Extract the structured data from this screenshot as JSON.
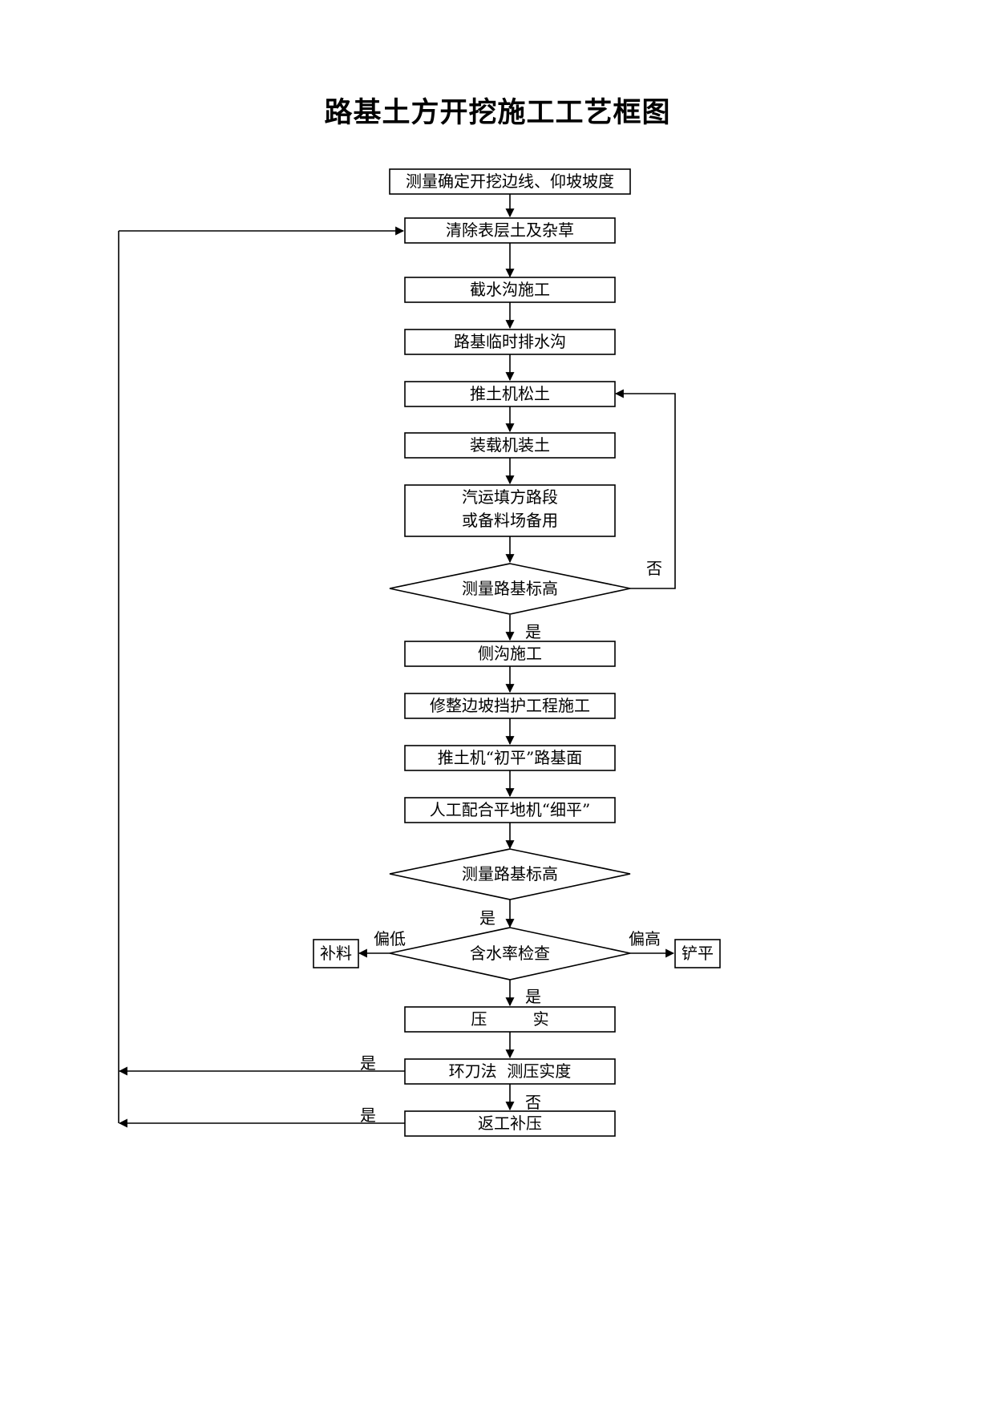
{
  "title": "路基土方开挖施工工艺框图",
  "steps": {
    "survey": "测量确定开挖边线、仰坡坡度",
    "clear": "清除表层土及杂草",
    "intercept": "截水沟施工",
    "temp_drain": "路基临时排水沟",
    "loosen": "推土机松土",
    "load": "装载机装土",
    "transport_1": "汽运填方路段",
    "transport_2": "或备料场备用",
    "check_elev_1": "测量路基标高",
    "side_ditch": "侧沟施工",
    "slope": "修整边坡挡护工程施工",
    "rough_level": "推土机“初平”路基面",
    "fine_level": "人工配合平地机“细平”",
    "check_elev_2": "测量路基标高",
    "moisture": "含水率检查",
    "compact": "压         实",
    "ring_knife": "环刀法  测压实度",
    "recompact": "返工补压",
    "add_material": "补料",
    "shovel": "铲平"
  },
  "labels": {
    "no_1": "否",
    "yes_1": "是",
    "yes_2": "是",
    "low": "偏低",
    "high": "偏高",
    "yes_3": "是",
    "yes_ring": "是",
    "no_ring": "否",
    "yes_recompact": "是"
  }
}
